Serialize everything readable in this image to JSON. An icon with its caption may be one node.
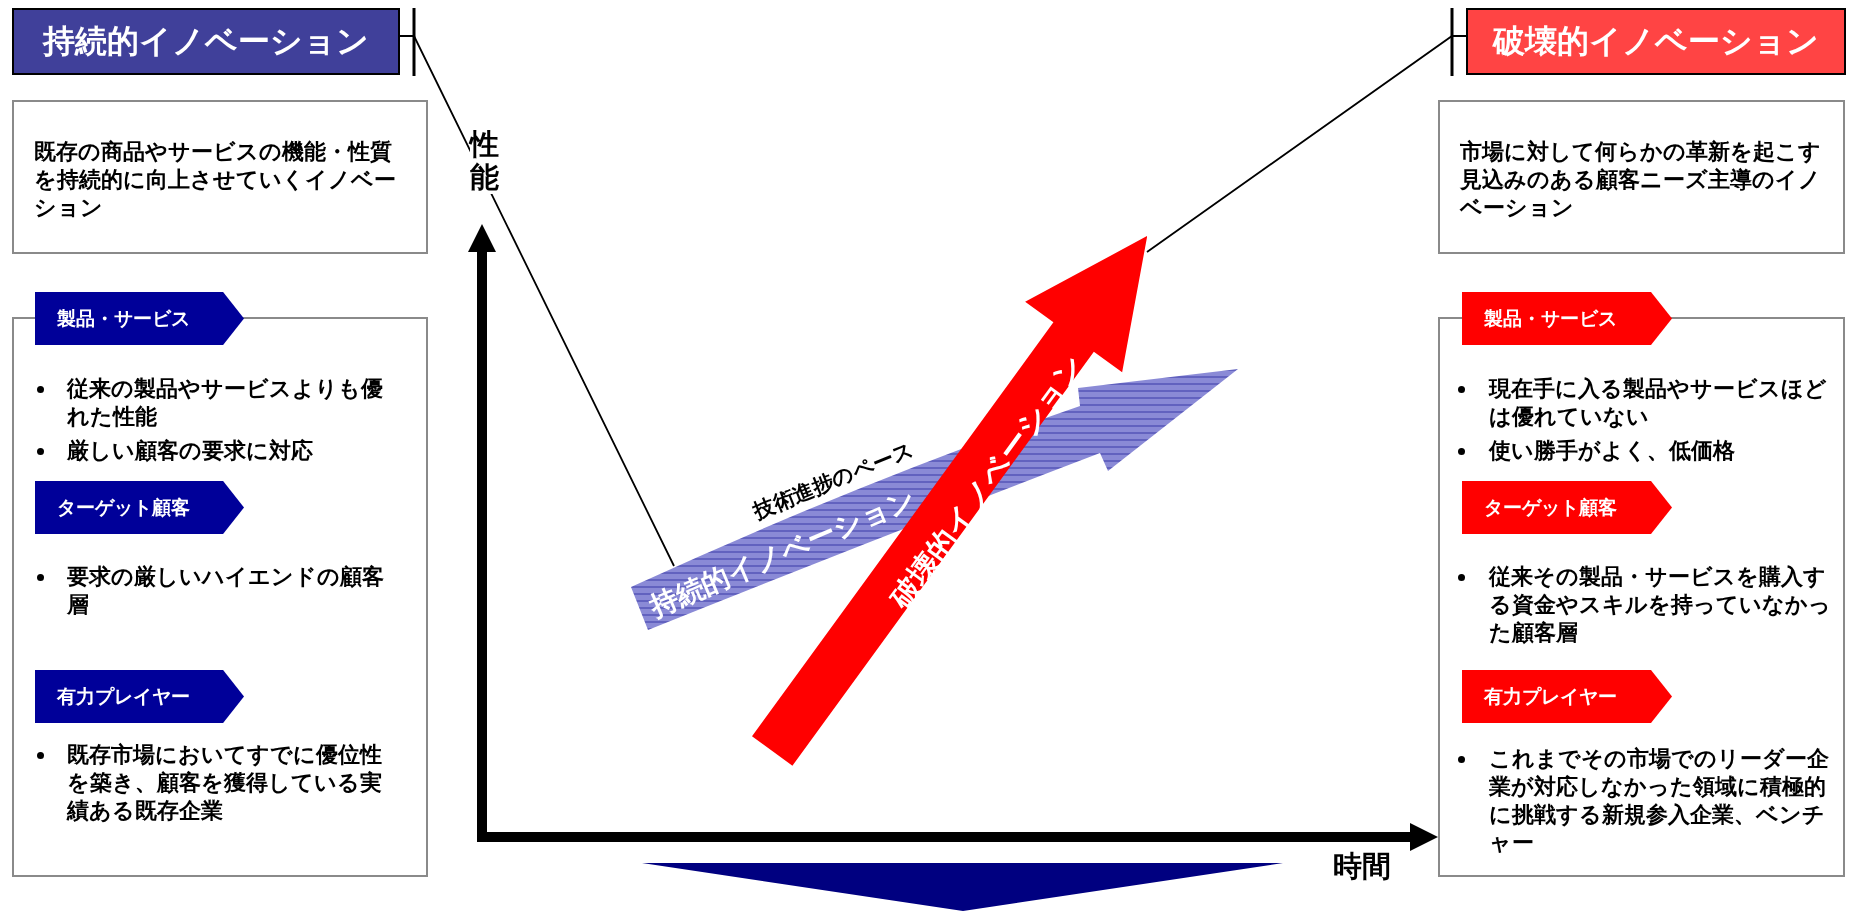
{
  "diagram": {
    "nodes": [
      {
        "text": [
          "持続的イノベーション"
        ]
      },
      {
        "text": [
          "既存の商品やサービスの機能・性質を持続的に向上させていくイノベーション"
        ]
      },
      {
        "text": [],
        "shape": "box"
      },
      {
        "text": [
          "製品・サービス"
        ],
        "in": 2,
        "beside": [
          "従来の製品やサービスよりも優れた性能",
          "厳しい顧客の要求に対応"
        ]
      },
      {
        "text": [
          "ターゲット顧客"
        ],
        "in": 2,
        "beside": [
          "要求の厳しいハイエンドの顧客層"
        ]
      },
      {
        "text": [
          "有力プレイヤー"
        ],
        "in": 2,
        "beside": [
          "既存市場においてすでに優位性を築き、顧客を獲得している実績ある既存企業"
        ]
      },
      {
        "text": [
          "破壊的イノベーション"
        ]
      },
      {
        "text": [
          "市場に対して何らかの革新を起こす見込みのある顧客ニーズ主導のイノベーション"
        ]
      },
      {
        "text": [],
        "shape": "box"
      },
      {
        "text": [
          "製品・サービス"
        ],
        "in": 8,
        "beside": [
          "現在手に入る製品やサービスほどは優れていない",
          "使い勝手がよく、低価格"
        ]
      },
      {
        "text": [
          "ターゲット顧客"
        ],
        "in": 8,
        "beside": [
          "従来その製品・サービスを購入する資金やスキルを持っていなかった顧客層"
        ]
      },
      {
        "text": [
          "有力プレイヤー"
        ],
        "in": 8,
        "beside": [
          "これまでその市場でのリーダー企業が対応しなかった領域に積極的に挑戦する新規参入企業、ベンチャー"
        ]
      },
      {
        "text": [
          "持続的イノベーション"
        ],
        "beside": [
          "技術進捗のペース"
        ]
      },
      {
        "text": [
          "破壊的イノベーション"
        ]
      }
    ],
    "edges": [
      {
        "from": 0,
        "to": 12,
        "arrow": "none"
      },
      {
        "from": 6,
        "to": 13,
        "arrow": "none"
      }
    ],
    "labels": [
      "性能",
      "時間"
    ]
  }
}
